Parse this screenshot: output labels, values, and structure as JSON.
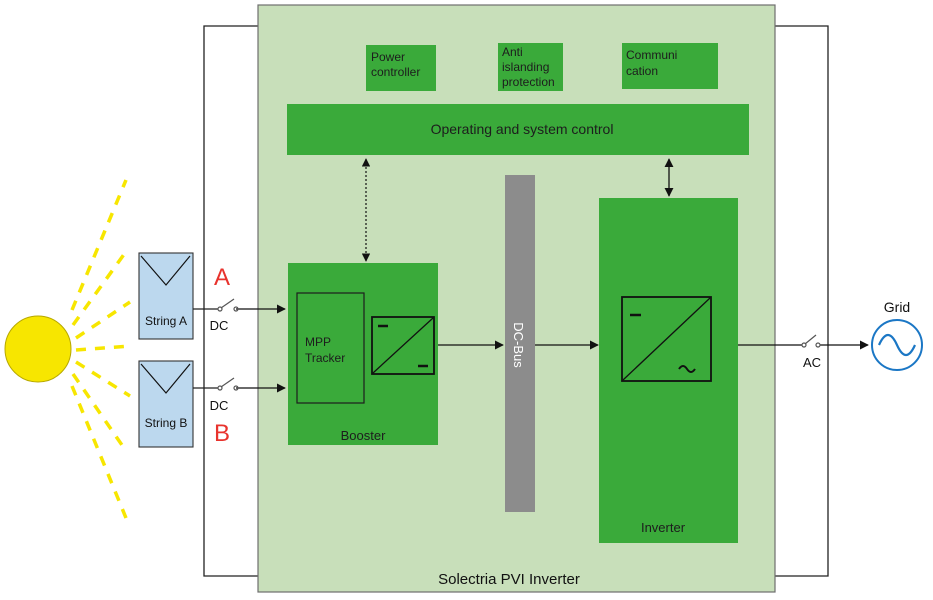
{
  "colors": {
    "enclosure_fill": "#c8dfba",
    "block_green": "#3aaa3a",
    "dc_bus_gray": "#8c8c8c",
    "sun_yellow": "#f7e600",
    "panel_blue": "#bcd8ee",
    "label_red": "#e8332d",
    "grid_blue": "#1b77c5"
  },
  "icons": {
    "sun": "sun-icon",
    "panel": "solar-panel-icon",
    "switch": "disconnect-switch-icon",
    "dcdc": "dc-dc-converter-icon",
    "inverter": "dc-ac-inverter-icon",
    "grid": "ac-sine-wave-icon"
  },
  "enclosure": {
    "title": "Solectria PVI Inverter"
  },
  "top_blocks": {
    "power_controller": [
      "Power",
      "controller"
    ],
    "anti_islanding": [
      "Anti",
      "islanding",
      "protection"
    ],
    "communication": [
      "Communi",
      "cation"
    ]
  },
  "control_bar": {
    "label": "Operating and system control"
  },
  "booster": {
    "label": "Booster",
    "mpp": [
      "MPP",
      "Tracker"
    ]
  },
  "dc_bus": {
    "label": "DC-Bus"
  },
  "inverter": {
    "label": "Inverter"
  },
  "strings": {
    "a": "String A",
    "b": "String B"
  },
  "inputs": {
    "a_letter": "A",
    "b_letter": "B",
    "dc_a": "DC",
    "dc_b": "DC"
  },
  "output": {
    "ac": "AC",
    "grid": "Grid"
  }
}
